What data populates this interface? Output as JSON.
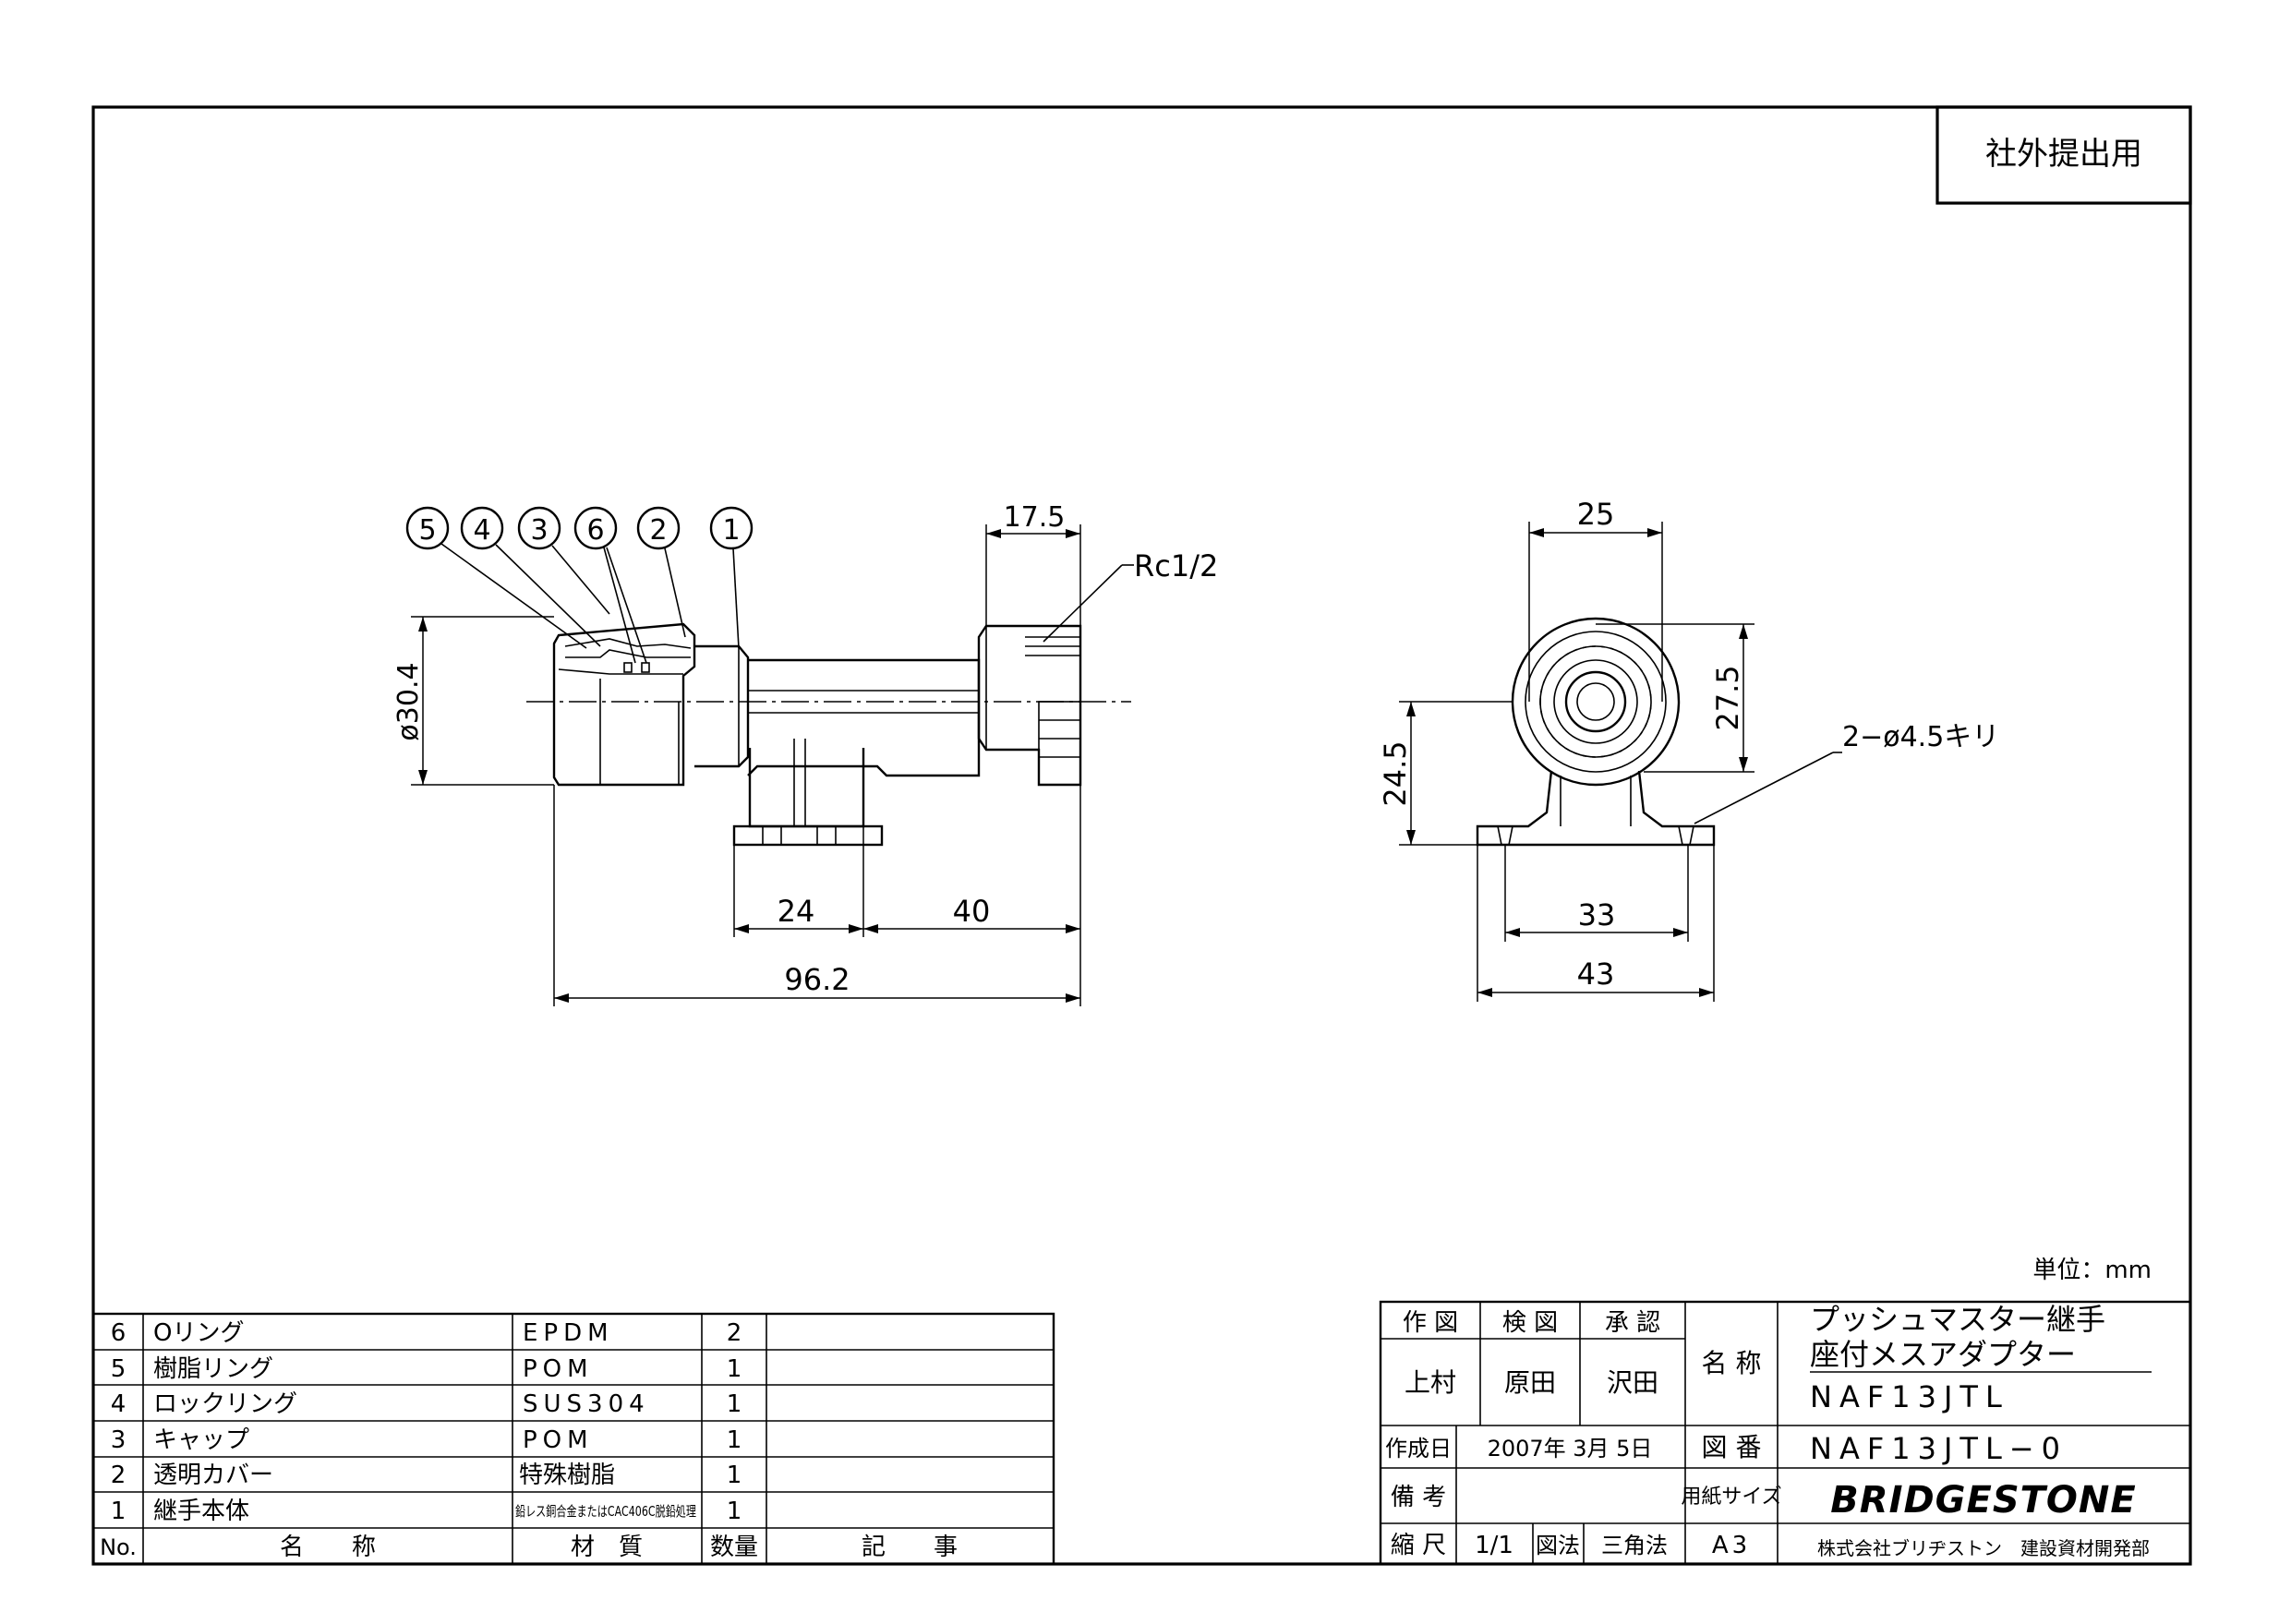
{
  "stamp": "社外提出用",
  "unit_label": "単位：mm",
  "callouts": [
    "5",
    "4",
    "3",
    "6",
    "2",
    "1"
  ],
  "dimensions": {
    "hex_width": "17.5",
    "thread": "Rc1/2",
    "diameter": "ø30.4",
    "base_a": "24",
    "base_b": "40",
    "overall_length": "96.2",
    "end_width": "25",
    "end_height": "27.5",
    "center_height": "24.5",
    "holes": "2−ø4.5キリ",
    "hole_pitch": "33",
    "base_width": "43"
  },
  "parts": {
    "rows": [
      {
        "no": "6",
        "name": "Oリング",
        "material": "EPDM",
        "qty": "2",
        "note": ""
      },
      {
        "no": "5",
        "name": "樹脂リング",
        "material": "POM",
        "qty": "1",
        "note": ""
      },
      {
        "no": "4",
        "name": "ロックリング",
        "material": "SUS304",
        "qty": "1",
        "note": ""
      },
      {
        "no": "3",
        "name": "キャップ",
        "material": "POM",
        "qty": "1",
        "note": ""
      },
      {
        "no": "2",
        "name": "透明カバー",
        "material": "特殊樹脂",
        "qty": "1",
        "note": ""
      },
      {
        "no": "1",
        "name": "継手本体",
        "material": "鉛レス銅合金またはCAC406C脱鉛処理",
        "qty": "1",
        "note": ""
      }
    ],
    "header": {
      "no": "No.",
      "name": "名　　称",
      "material": "材　質",
      "qty": "数量",
      "note": "記　　事"
    }
  },
  "title_block": {
    "drawn_label": "作 図",
    "checked_label": "検 図",
    "approved_label": "承 認",
    "drawn_by": "上村",
    "checked_by": "原田",
    "approved_by": "沢田",
    "name_label": "名 称",
    "product_line1": "プッシュマスター継手",
    "product_line2": "座付メスアダプター",
    "product_code": "NAF13JTL",
    "date_label": "作成日",
    "date_value": "2007年 3月 5日",
    "drawing_no_label": "図 番",
    "drawing_no": "NAF13JTL−0",
    "remarks_label": "備 考",
    "remarks_value": "",
    "paper_label": "用紙サイズ",
    "brand": "BRIDGESTONE",
    "scale_label": "縮 尺",
    "scale_value": "1/1",
    "projection_label": "図法",
    "projection_value": "三角法",
    "paper_size": "A3",
    "company": "株式会社ブリヂストン　建設資材開発部"
  }
}
